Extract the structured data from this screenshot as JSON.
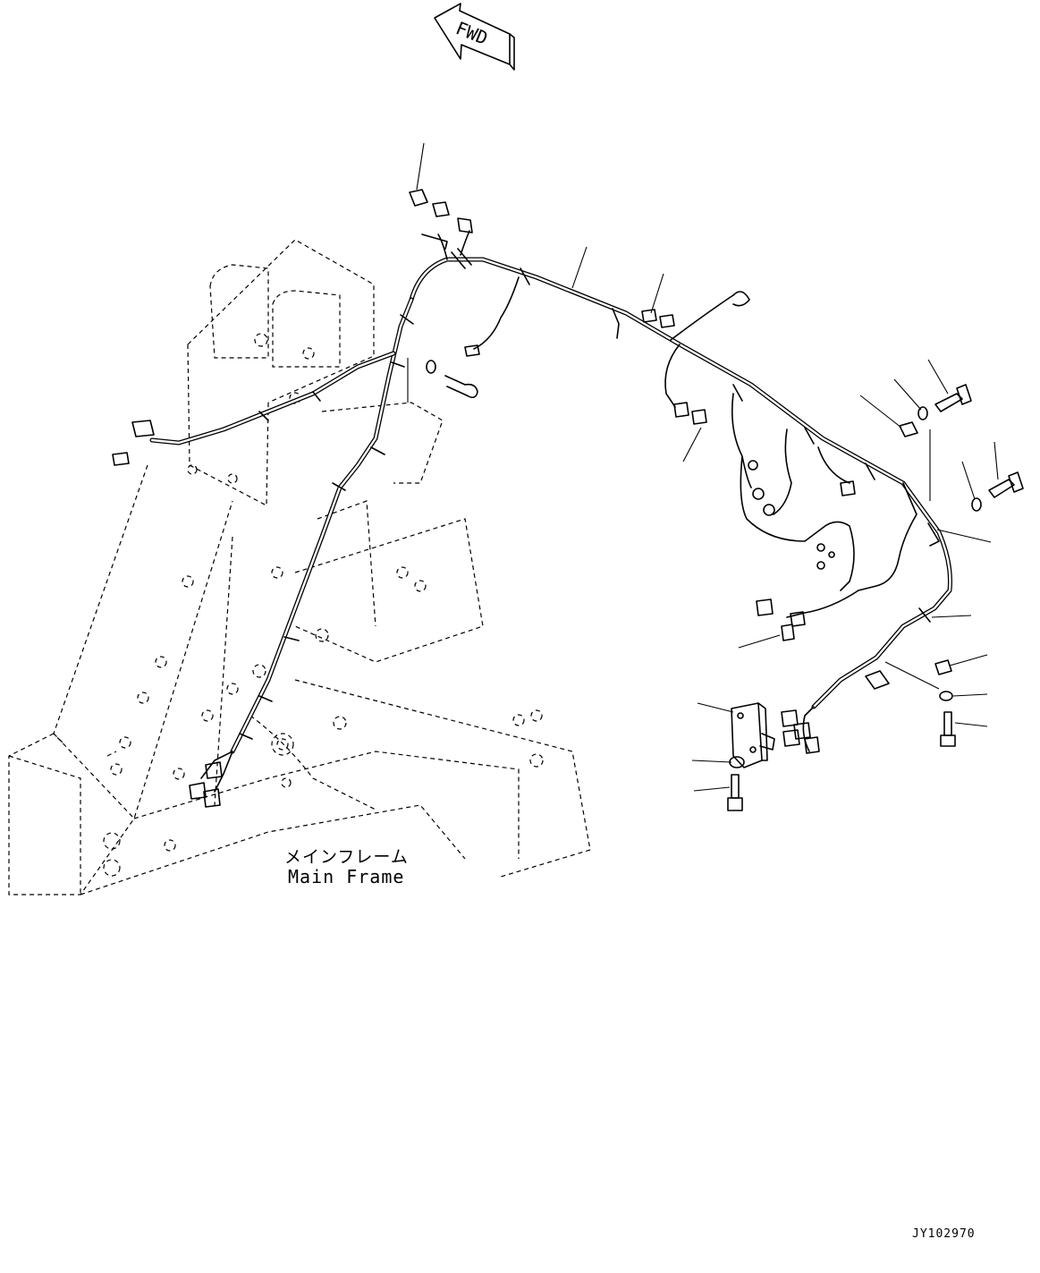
{
  "direction_arrow": {
    "label": "FWD"
  },
  "frame_label": {
    "japanese": "メインフレーム",
    "english": "Main Frame"
  },
  "drawing_number": "JY102970",
  "icons": [
    "fwd-arrow-icon",
    "bolt-icon",
    "washer-icon",
    "clamp-icon",
    "connector-icon",
    "bracket-icon"
  ]
}
